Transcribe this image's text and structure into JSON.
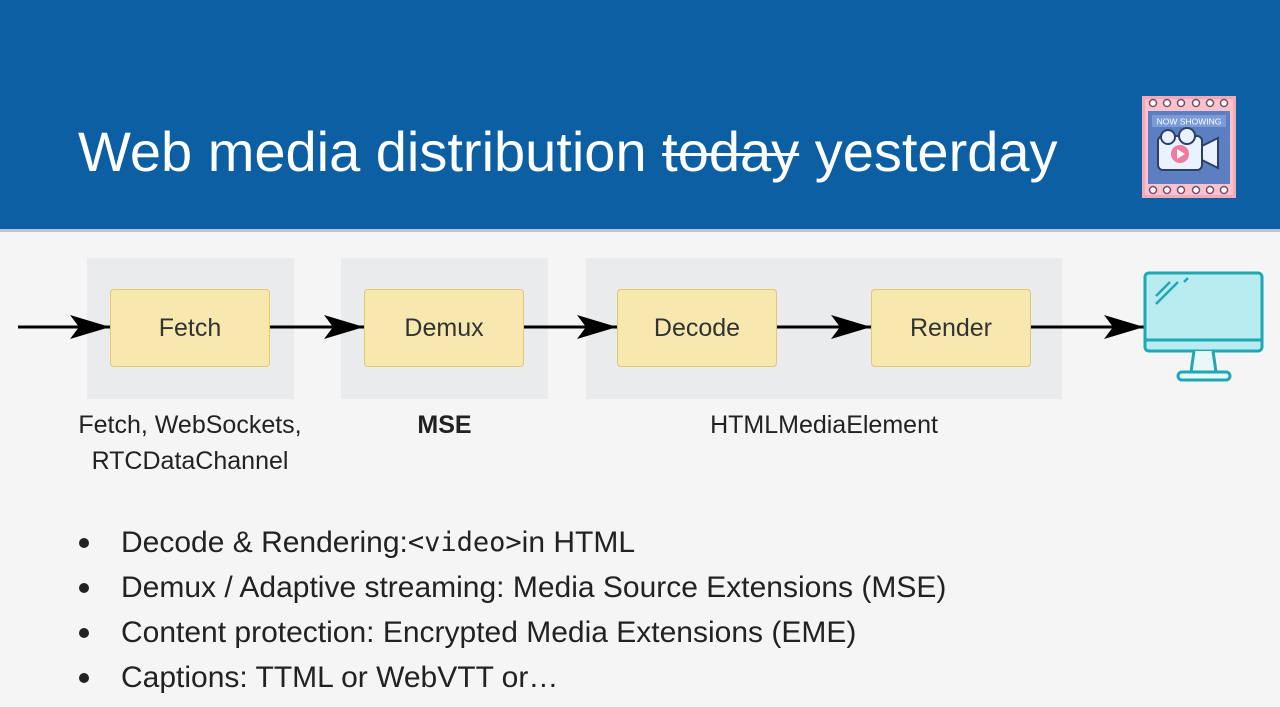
{
  "header": {
    "title_main": "Web media distribution ",
    "title_struck": "today",
    "title_after": " yesterday",
    "badge_text": "NOW SHOWING"
  },
  "pipeline": {
    "stages": [
      "Fetch",
      "Demux",
      "Decode",
      "Render"
    ],
    "groups": [
      {
        "line1": "Fetch, WebSockets,",
        "line2": "RTCDataChannel"
      },
      {
        "line1": "MSE"
      },
      {
        "line1": "HTMLMediaElement"
      }
    ]
  },
  "bullets": [
    {
      "before": "Decode & Rendering: ",
      "code": "<video>",
      "after": " in HTML"
    },
    {
      "text": "Demux / Adaptive streaming: Media Source Extensions (MSE)"
    },
    {
      "text": "Content protection: Encrypted Media Extensions (EME)"
    },
    {
      "text": "Captions: TTML or WebVTT or…"
    }
  ],
  "colors": {
    "header_bg": "#0d5fa3",
    "stage_fill": "#f7e8b0",
    "stage_border": "#e3c96a",
    "group_bg": "#e9ebec",
    "monitor": "#1fa7b3"
  }
}
